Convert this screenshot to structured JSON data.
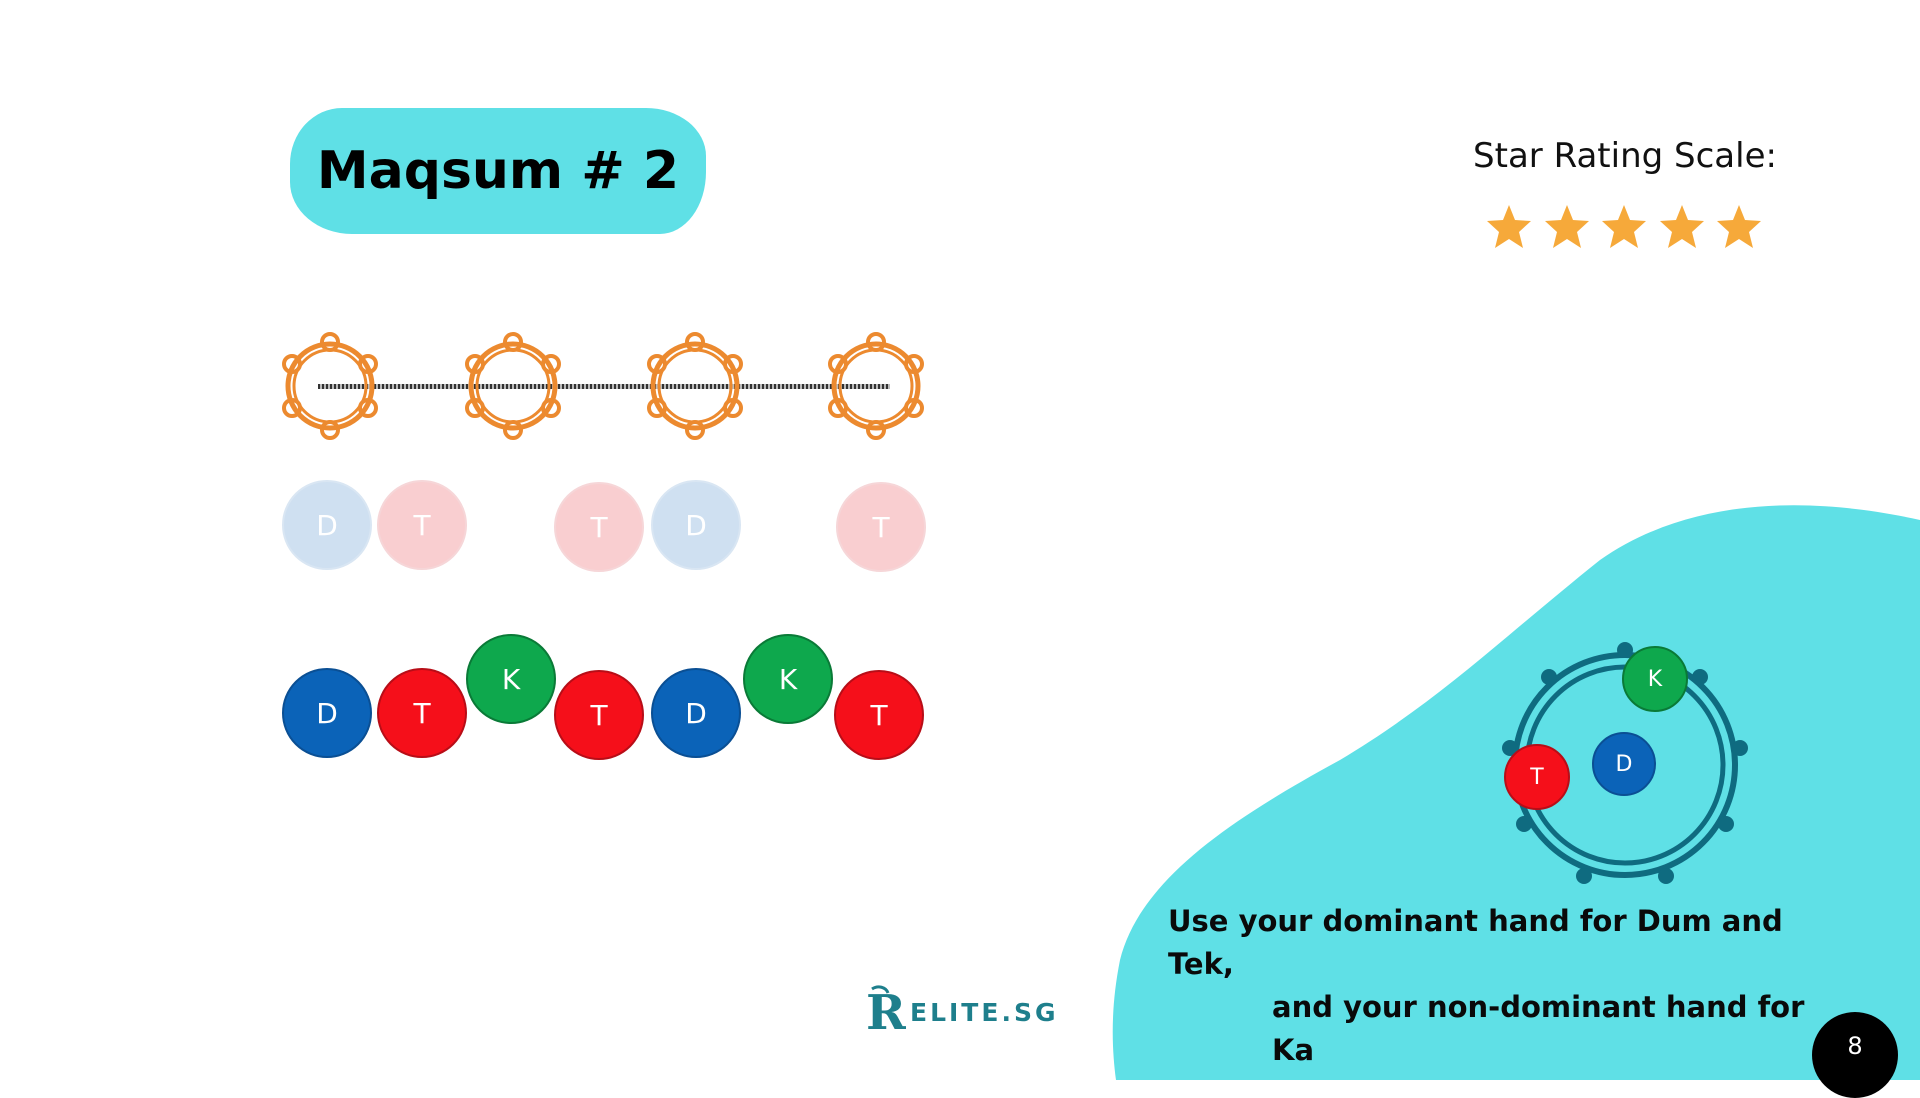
{
  "slide": {
    "title": "Maqsum # 2",
    "page_number": "8"
  },
  "rating": {
    "label": "Star Rating Scale:",
    "stars": 5,
    "star_color": "#f6a93a"
  },
  "pattern": {
    "faint_notes": [
      "D",
      "T",
      "T",
      "D",
      "T"
    ],
    "full_notes": [
      "D",
      "T",
      "K",
      "T",
      "D",
      "K",
      "T"
    ]
  },
  "drum": {
    "notes": [
      "K",
      "T",
      "D"
    ]
  },
  "instruction": {
    "line1": "Use your dominant hand for Dum and Tek,",
    "line2": "and your non-dominant hand for Ka"
  },
  "logo": {
    "initial": "R",
    "text": "ELITE.SG"
  },
  "colors": {
    "accent": "#5fe0e6",
    "dum": "#0b63b8",
    "tek": "#f50f1a",
    "ka": "#0ea84d",
    "tambourine": "#ec8a2f"
  }
}
